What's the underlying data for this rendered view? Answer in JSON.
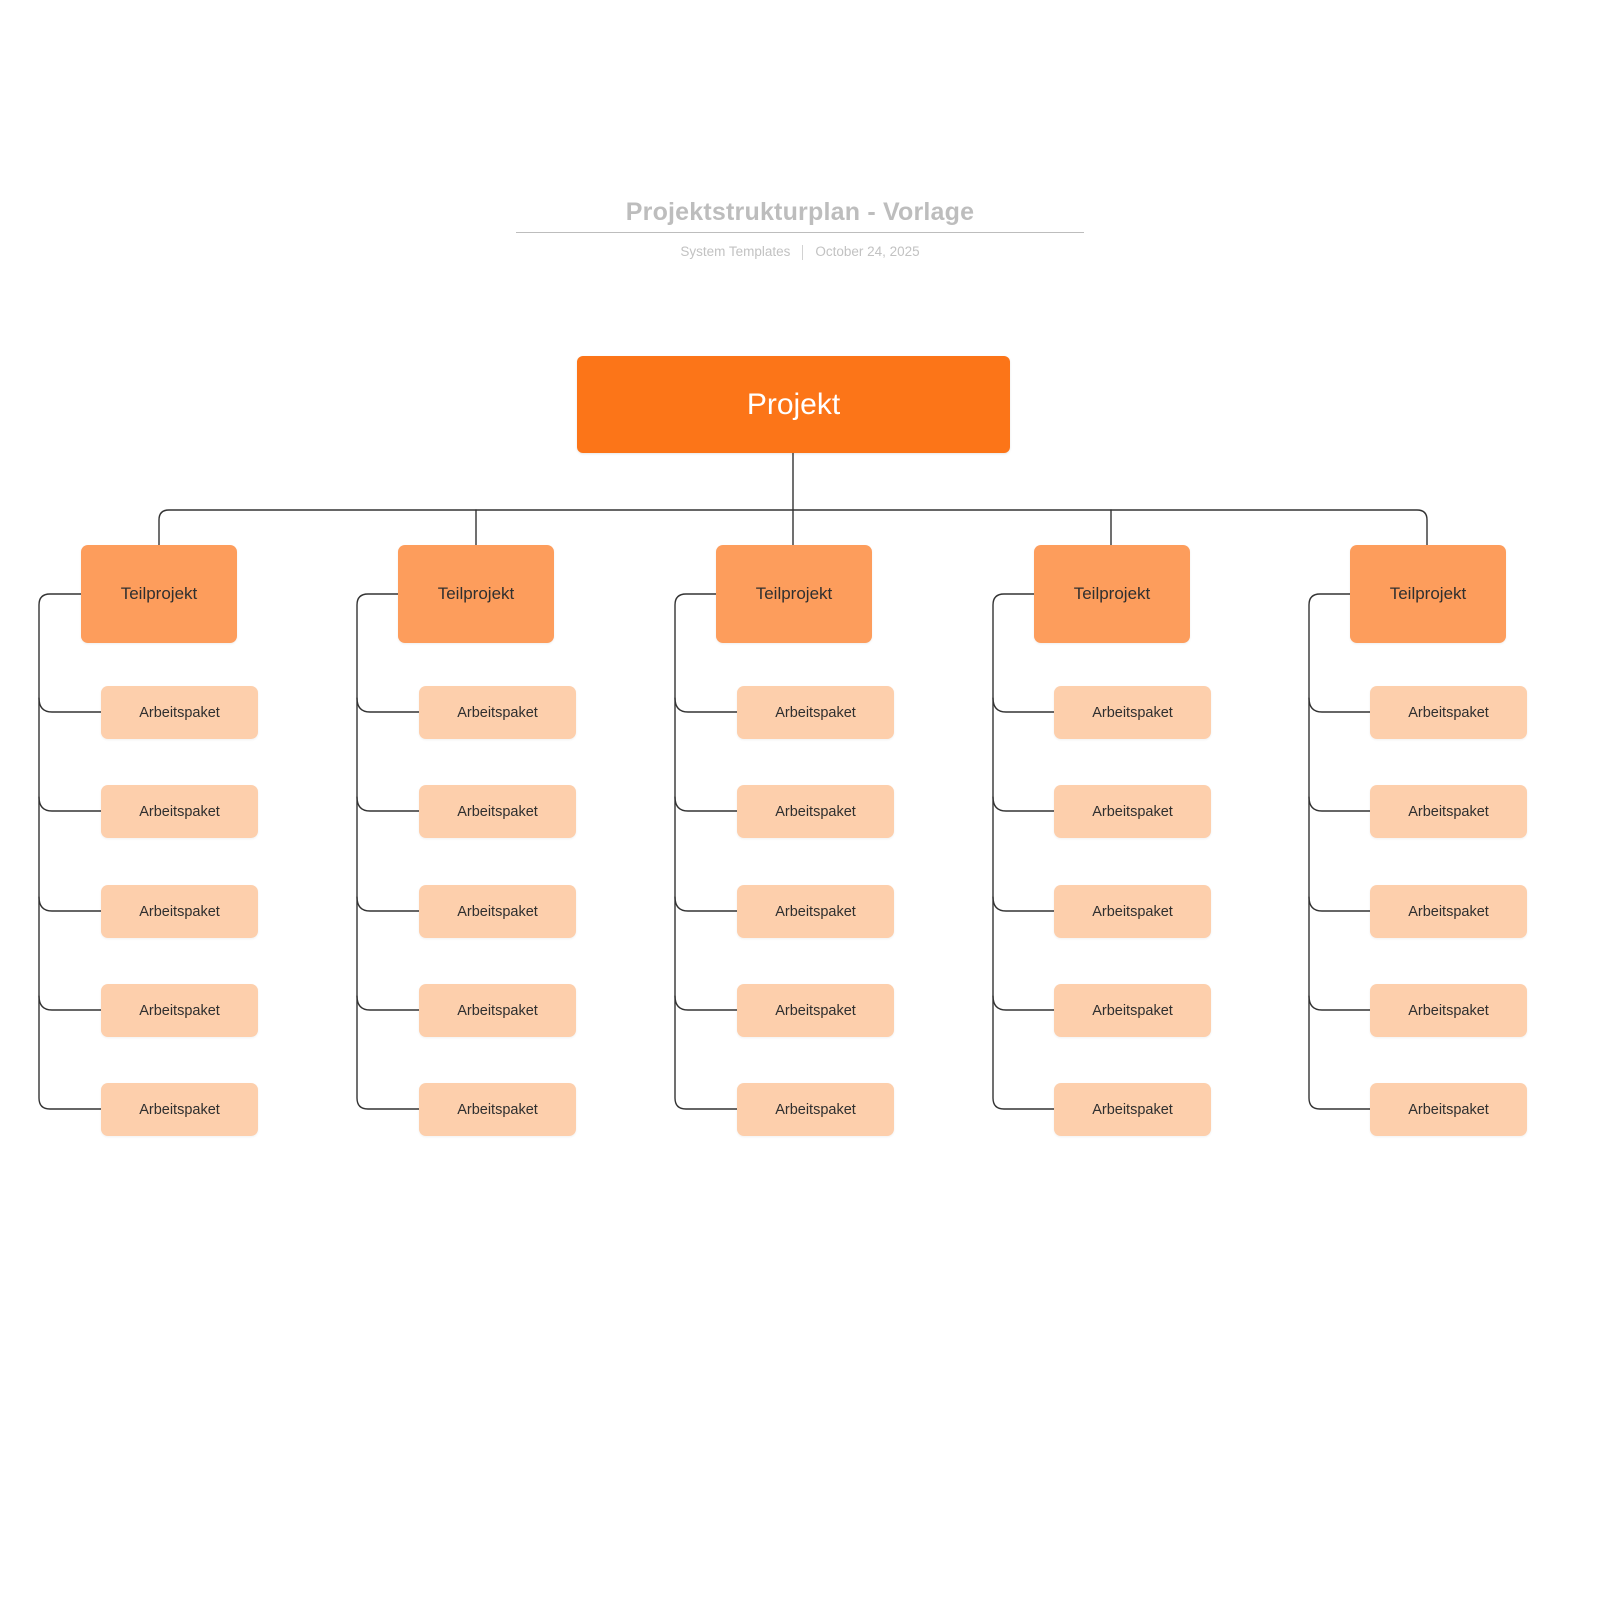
{
  "header": {
    "title": "Projektstrukturplan - Vorlage",
    "org": "System Templates",
    "separator": "|",
    "date": "October 24, 2025"
  },
  "colors": {
    "root_fill": "#FC7518",
    "root_text": "#FFFFFF",
    "sub_fill": "#FD9D5C",
    "pkg_fill": "#FDCFAC",
    "node_text": "#2F2F2F",
    "connector": "#333333",
    "header_text": "#BDBDBD",
    "background": "#FFFFFF"
  },
  "diagram": {
    "type": "work-breakdown-structure",
    "root": {
      "label": "Projekt"
    },
    "branches": [
      {
        "label": "Teilprojekt",
        "packages": [
          {
            "label": "Arbeitspaket"
          },
          {
            "label": "Arbeitspaket"
          },
          {
            "label": "Arbeitspaket"
          },
          {
            "label": "Arbeitspaket"
          },
          {
            "label": "Arbeitspaket"
          }
        ]
      },
      {
        "label": "Teilprojekt",
        "packages": [
          {
            "label": "Arbeitspaket"
          },
          {
            "label": "Arbeitspaket"
          },
          {
            "label": "Arbeitspaket"
          },
          {
            "label": "Arbeitspaket"
          },
          {
            "label": "Arbeitspaket"
          }
        ]
      },
      {
        "label": "Teilprojekt",
        "packages": [
          {
            "label": "Arbeitspaket"
          },
          {
            "label": "Arbeitspaket"
          },
          {
            "label": "Arbeitspaket"
          },
          {
            "label": "Arbeitspaket"
          },
          {
            "label": "Arbeitspaket"
          }
        ]
      },
      {
        "label": "Teilprojekt",
        "packages": [
          {
            "label": "Arbeitspaket"
          },
          {
            "label": "Arbeitspaket"
          },
          {
            "label": "Arbeitspaket"
          },
          {
            "label": "Arbeitspaket"
          },
          {
            "label": "Arbeitspaket"
          }
        ]
      },
      {
        "label": "Teilprojekt",
        "packages": [
          {
            "label": "Arbeitspaket"
          },
          {
            "label": "Arbeitspaket"
          },
          {
            "label": "Arbeitspaket"
          },
          {
            "label": "Arbeitspaket"
          },
          {
            "label": "Arbeitspaket"
          }
        ]
      }
    ]
  }
}
